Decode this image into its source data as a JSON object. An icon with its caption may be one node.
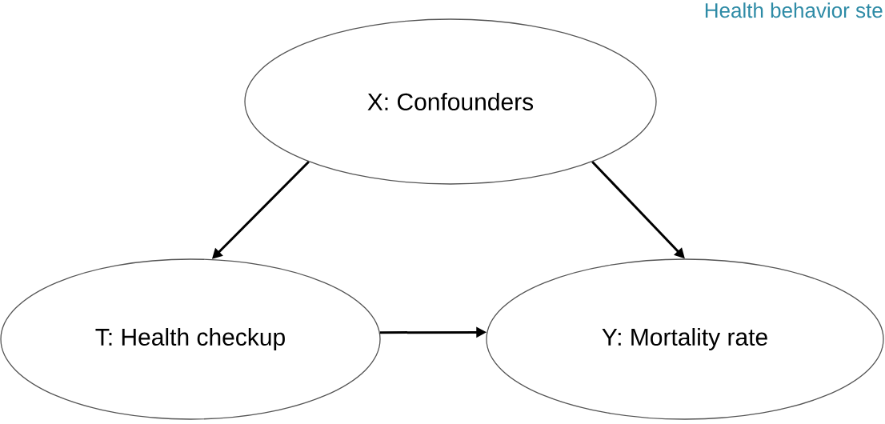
{
  "diagram": {
    "nodes": [
      {
        "text": [
          "X: Confounders"
        ]
      },
      {
        "text": [
          "T: Health checkup"
        ]
      },
      {
        "text": [
          "Y: Mortality rate"
        ]
      }
    ],
    "edges": [
      {
        "from": 0,
        "to": 1,
        "arrow": "to"
      },
      {
        "from": 0,
        "to": 2,
        "arrow": "to"
      },
      {
        "from": 1,
        "to": 2,
        "arrow": "to"
      }
    ],
    "labels": [
      "Health behavior ste"
    ]
  }
}
